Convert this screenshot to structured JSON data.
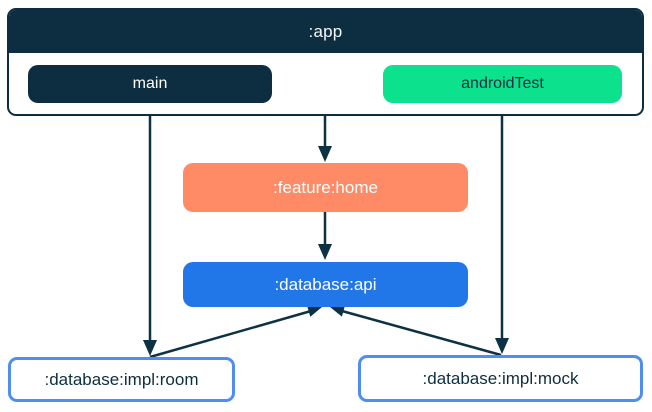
{
  "colors": {
    "navy": "#0D2E40",
    "green": "#0CE18D",
    "coral": "#FF8A66",
    "blue": "#2176E8",
    "impl_box_border_blue": "#4D8EF0",
    "arrow": "#0D3244",
    "background": "#FFFFFF"
  },
  "app_container": {
    "title": ":app",
    "variants": [
      {
        "id": "main",
        "label": "main"
      },
      {
        "id": "androidTest",
        "label": "androidTest"
      }
    ]
  },
  "modules": [
    {
      "id": "feature-home",
      "label": ":feature:home"
    },
    {
      "id": "database-api",
      "label": ":database:api"
    },
    {
      "id": "database-impl-room",
      "label": ":database:impl:room"
    },
    {
      "id": "database-impl-mock",
      "label": ":database:impl:mock"
    }
  ],
  "edges": [
    {
      "from": ":app",
      "to": ":feature:home"
    },
    {
      "from": ":feature:home",
      "to": ":database:api"
    },
    {
      "from": ":app main",
      "to": ":database:impl:room"
    },
    {
      "from": ":app androidTest",
      "to": ":database:impl:mock"
    },
    {
      "from": ":database:impl:room",
      "to": ":database:api"
    },
    {
      "from": ":database:impl:mock",
      "to": ":database:api"
    }
  ]
}
